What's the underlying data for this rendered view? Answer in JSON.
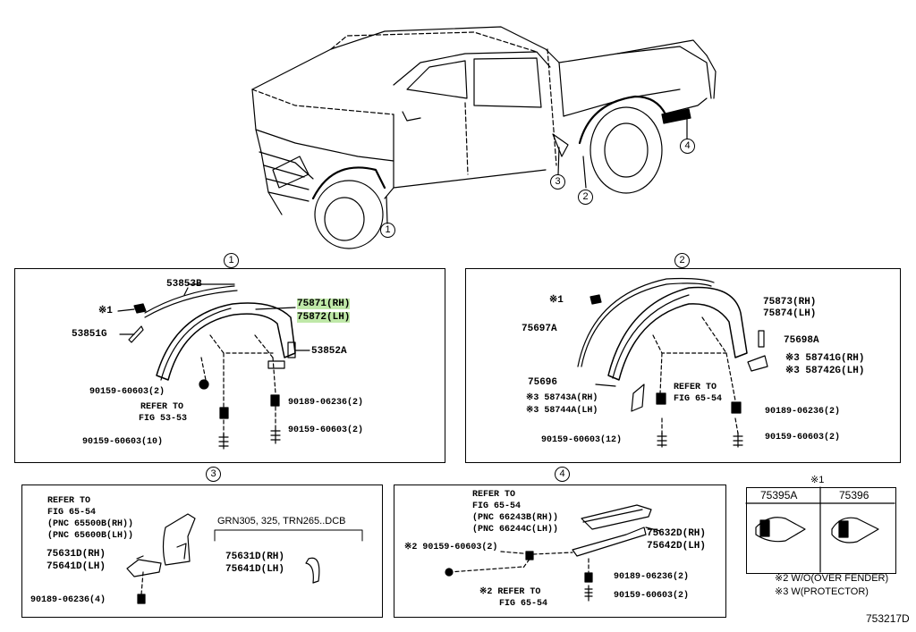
{
  "circle_labels": {
    "c1": "1",
    "c2": "2",
    "c3": "3",
    "c4": "4"
  },
  "panel1": {
    "p_53853B": "53853B",
    "note_x1": "※1",
    "p_75871": "75871(RH)",
    "p_75872": "75872(LH)",
    "p_53851G": "53851G",
    "p_53852A": "53852A",
    "b_90159_2": "90159-60603(2)",
    "refer_1": "REFER TO",
    "refer_2": "FIG 53-53",
    "b_90189_2": "90189-06236(2)",
    "b_90159_10": "90159-60603(10)",
    "b_90159_2b": "90159-60603(2)"
  },
  "panel2": {
    "note_x1": "※1",
    "p_75697A": "75697A",
    "p_75873": "75873(RH)",
    "p_75874": "75874(LH)",
    "p_75698A": "75698A",
    "p_58741G": "※3 58741G(RH)",
    "p_58742G": "※3 58742G(LH)",
    "p_75696": "75696",
    "p_58743A": "※3 58743A(RH)",
    "p_58744A": "※3 58744A(LH)",
    "refer_1": "REFER TO",
    "refer_2": "FIG 65-54",
    "b_90189_2": "90189-06236(2)",
    "b_90159_12": "90159-60603(12)",
    "b_90159_2": "90159-60603(2)"
  },
  "panel3": {
    "refer_1": "REFER TO",
    "refer_2": "FIG 65-54",
    "pnc_1": "(PNC 65500B(RH))",
    "pnc_2": "(PNC 65600B(LH))",
    "p_75631D": "75631D(RH)",
    "p_75641D": "75641D(LH)",
    "b_90189_4": "90189-06236(4)",
    "variant": "GRN305, 325, TRN265..DCB",
    "p_75631D_b": "75631D(RH)",
    "p_75641D_b": "75641D(LH)"
  },
  "panel4": {
    "refer_1": "REFER TO",
    "refer_2": "FIG 65-54",
    "pnc_1": "(PNC 66243B(RH))",
    "pnc_2": "(PNC 66244C(LH))",
    "p_75632D": "75632D(RH)",
    "p_75642D": "75642D(LH)",
    "b_x2_90159": "※2 90159-60603(2)",
    "b_90189_2": "90189-06236(2)",
    "refer_x2_1": "※2 REFER TO",
    "refer_x2_2": "FIG 65-54",
    "b_90159_2": "90159-60603(2)"
  },
  "legend": {
    "title": "※1",
    "col_a": "75395A",
    "col_b": "75396",
    "note2": "※2 W/O(OVER FENDER)",
    "note3": "※3 W(PROTECTOR)"
  },
  "figure_id": "753217D",
  "colors": {
    "highlight": "#bfe8a8",
    "ink": "#000000"
  }
}
